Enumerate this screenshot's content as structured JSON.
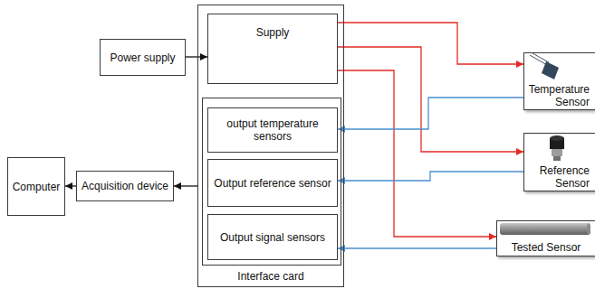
{
  "diagram": {
    "nodes": [
      {
        "text": [
          "Power supply"
        ]
      },
      {
        "text": [
          "Interface card"
        ]
      },
      {
        "text": [
          "Supply"
        ],
        "in": 1
      },
      {
        "text": [
          "output temperature sensors"
        ],
        "in": 1
      },
      {
        "text": [
          "Output reference sensor"
        ],
        "in": 1
      },
      {
        "text": [
          "Output signal sensors"
        ],
        "in": 1
      },
      {
        "text": [
          "Computer"
        ]
      },
      {
        "text": [
          "Acquisition device"
        ]
      },
      {
        "text": [
          "Temperature Sensor"
        ]
      },
      {
        "text": [
          "Reference Sensor"
        ]
      },
      {
        "text": [
          "Tested Sensor"
        ]
      }
    ],
    "edges": [
      {
        "from": 0,
        "to": 2,
        "arrow": "to"
      },
      {
        "from": 2,
        "to": 8,
        "arrow": "to"
      },
      {
        "from": 2,
        "to": 9,
        "arrow": "to"
      },
      {
        "from": 2,
        "to": 10,
        "arrow": "to"
      },
      {
        "from": 8,
        "to": 3,
        "arrow": "to"
      },
      {
        "from": 9,
        "to": 4,
        "arrow": "to"
      },
      {
        "from": 10,
        "to": 5,
        "arrow": "to"
      },
      {
        "from": 1,
        "to": 7,
        "arrow": "to"
      },
      {
        "from": 7,
        "to": 6,
        "arrow": "to"
      }
    ]
  }
}
